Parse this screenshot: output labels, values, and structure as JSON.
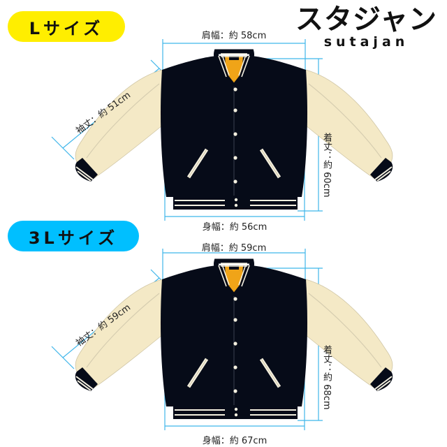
{
  "brand": {
    "title_jp": "スタジャン",
    "title_en": "sutajan"
  },
  "colors": {
    "badge_l": "#ffee00",
    "badge_3l": "#00bfff",
    "body": "#060b18",
    "sleeve": "#f4e9c6",
    "lining": "#f0a418",
    "rib_stripe": "#f4f0e0",
    "measure_line": "#3fb6ea"
  },
  "sizes": [
    {
      "badge": "Lサイズ",
      "shoulder": "肩幅：約 58cm",
      "sleeve": "袖丈：約 51cm",
      "length": "着丈：約 60cm",
      "width": "身幅：約 56cm"
    },
    {
      "badge": "3Lサイズ",
      "shoulder": "肩幅：約 59cm",
      "sleeve": "袖丈：約 59cm",
      "length": "着丈：約 68cm",
      "width": "身幅：約 67cm"
    }
  ]
}
